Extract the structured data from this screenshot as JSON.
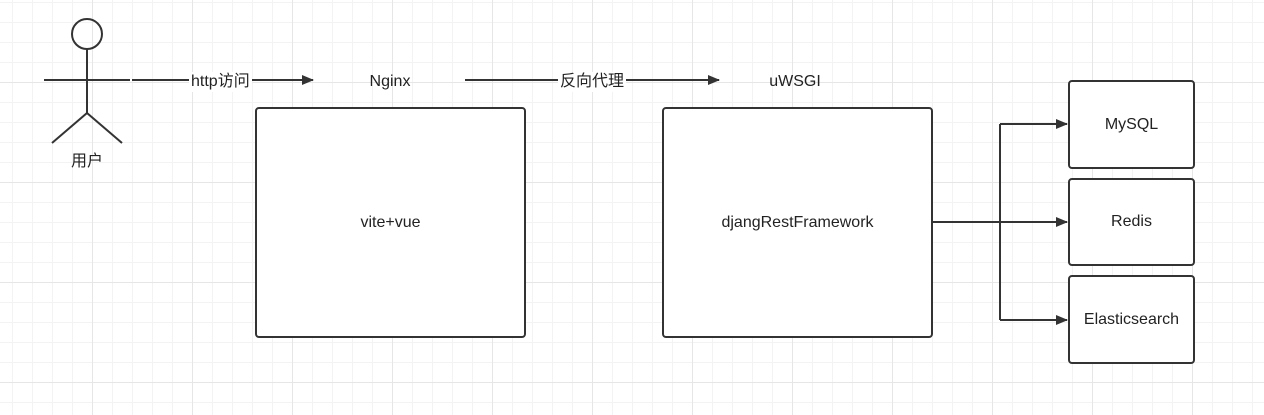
{
  "actor": {
    "label": "用户"
  },
  "edges": {
    "user_to_frontend": "http访问",
    "frontend_to_backend": "反向代理"
  },
  "servers": {
    "web_server": "Nginx",
    "app_server": "uWSGI"
  },
  "nodes": {
    "frontend": "vite+vue",
    "backend": "djangRestFramework",
    "mysql": "MySQL",
    "redis": "Redis",
    "elasticsearch": "Elasticsearch"
  },
  "colors": {
    "stroke": "#333333",
    "grid_major": "#e6e6e6",
    "grid_minor": "#f3f3f3",
    "background": "#ffffff"
  }
}
